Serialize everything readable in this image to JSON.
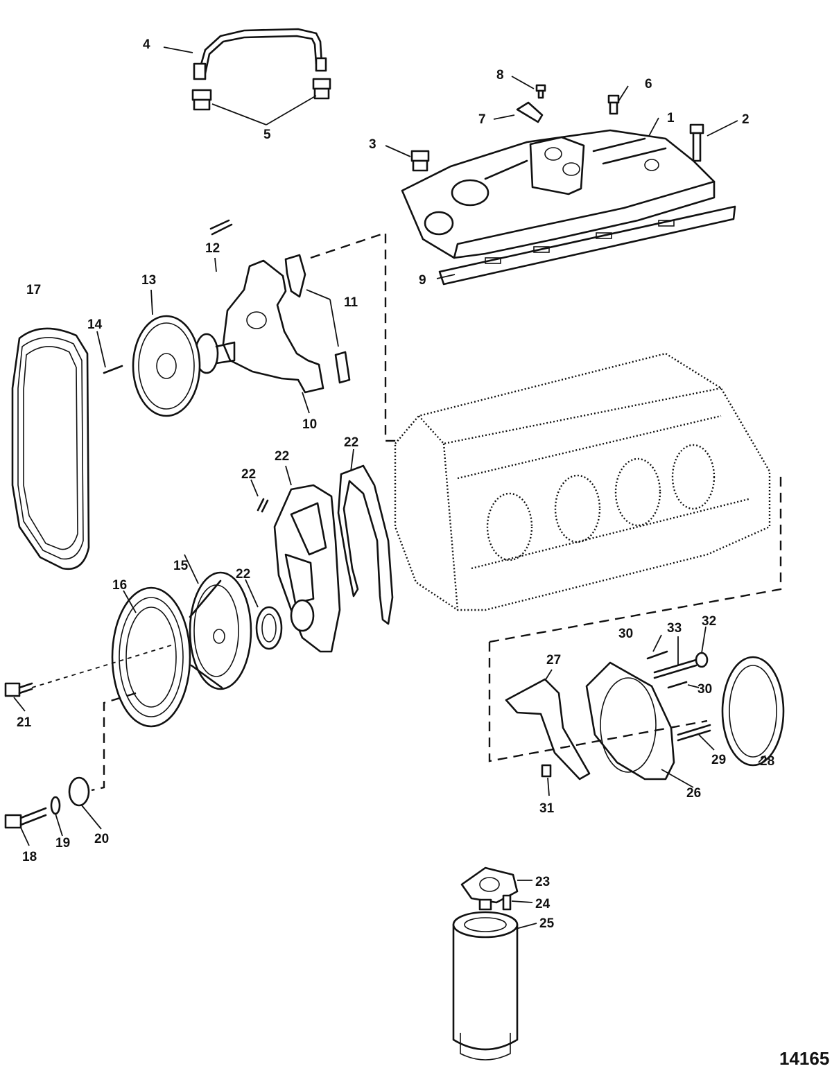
{
  "figure_number": "14165",
  "callouts": {
    "c1": "1",
    "c2": "2",
    "c3": "3",
    "c4": "4",
    "c5": "5",
    "c6": "6",
    "c7": "7",
    "c8": "8",
    "c9": "9",
    "c10": "10",
    "c11": "11",
    "c12": "12",
    "c13": "13",
    "c14": "14",
    "c15": "15",
    "c16": "16",
    "c17": "17",
    "c18": "18",
    "c19": "19",
    "c20": "20",
    "c21": "21",
    "c22a": "22",
    "c22b": "22",
    "c22c": "22",
    "c22d": "22",
    "c23": "23",
    "c24": "24",
    "c25": "25",
    "c26": "26",
    "c27": "27",
    "c28": "28",
    "c29": "29",
    "c30a": "30",
    "c30b": "30",
    "c31": "31",
    "c32": "32",
    "c33": "33"
  }
}
